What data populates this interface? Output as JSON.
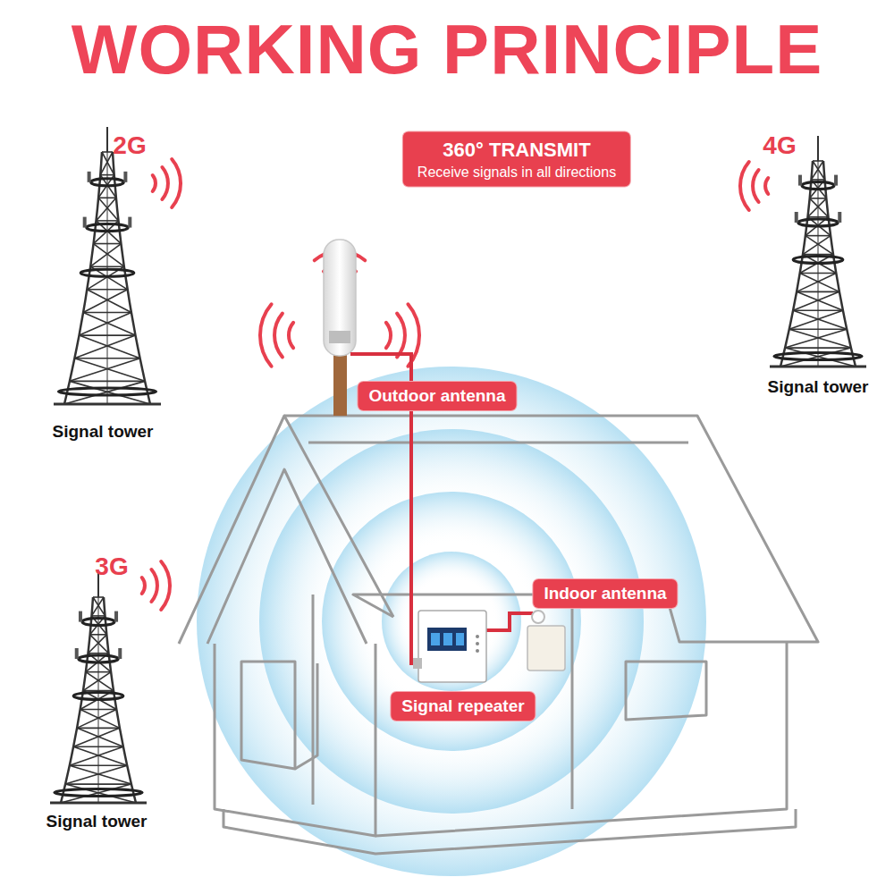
{
  "diagram": {
    "title": "WORKING PRINCIPLE",
    "nodes": [
      {
        "text": [
          "360° TRANSMIT",
          "Receive signals in all directions"
        ]
      },
      {
        "text": [
          "Outdoor antenna"
        ]
      },
      {
        "text": [
          "Indoor antenna"
        ]
      },
      {
        "text": [
          "Signal repeater"
        ]
      }
    ],
    "labels": [
      "2G",
      "4G",
      "Signal tower",
      "Signal tower",
      "3G",
      "Signal tower"
    ]
  }
}
